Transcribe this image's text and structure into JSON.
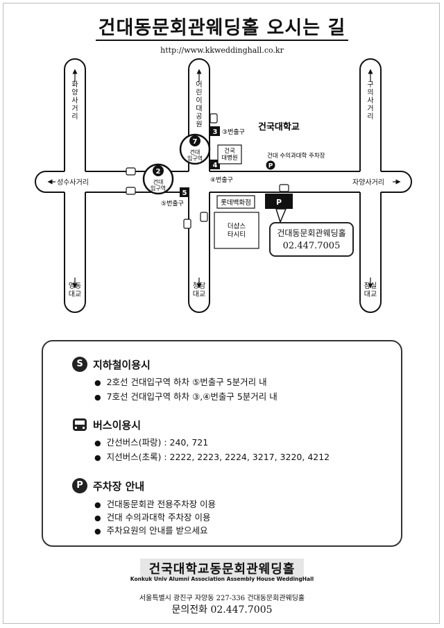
{
  "header": {
    "title": "건대동문회관웨딩홀 오시는 길",
    "url": "http://www.kkweddinghall.co.kr"
  },
  "map": {
    "roads": {
      "left_north": "화양사거리",
      "center_north": "어린이대공원",
      "right_north": "구의사거리",
      "left_west": "성수사거리",
      "right_east": "자양사거리",
      "left_south": "영동대교",
      "center_south": "청담대교",
      "right_south": "잠실대교"
    },
    "stations": {
      "line2_num": "2",
      "line2_name": "건대입구역",
      "line7_num": "7",
      "line7_name": "건대입구역"
    },
    "exits": {
      "e3_num": "3",
      "e3_label": "③번출구",
      "e4_num": "4",
      "e4_label": "④번출구",
      "e5_num": "5",
      "e5_label": "⑤번출구"
    },
    "places": {
      "univ": "건국대학교",
      "hospital": "건국대병원",
      "vet_parking": "건대 수의과대학 주차장",
      "lotte": "롯데백화점",
      "starcity": "더샵스타시티",
      "parking_p": "P"
    },
    "callout": {
      "name": "건대동문회관웨딩홀",
      "tel": "02.447.7005"
    }
  },
  "info": {
    "subway": {
      "icon": "S",
      "title": "지하철이용시",
      "items": [
        "2호선 건대입구역 하차 ⑤번출구 5분거리 내",
        "7호선 건대입구역 하차 ③,④번출구 5분거리 내"
      ]
    },
    "bus": {
      "title": "버스이용시",
      "items": [
        "간선버스(파랑) : 240, 721",
        "지선버스(초록) : 2222, 2223, 2224, 3217, 3220, 4212"
      ]
    },
    "parking": {
      "icon": "P",
      "title": "주차장 안내",
      "items": [
        "건대동문회관 전용주차장 이용",
        "건대 수의과대학 주차장 이용",
        "주차요원의 안내를 받으세요"
      ]
    }
  },
  "footer": {
    "name": "건국대학교동문회관웨딩홀",
    "name_en": "Konkuk Univ Alumni Association Assembly House WeddingHall",
    "address": "서울특별시 광진구 자양동 227-336 건대동문회관웨딩홀",
    "tel": "문의전화 02.447.7005"
  }
}
